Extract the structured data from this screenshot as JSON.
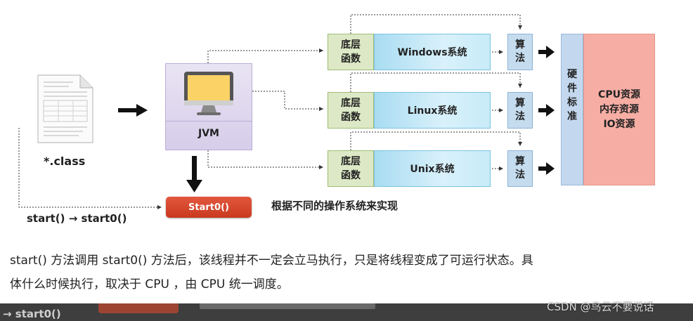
{
  "diagram": {
    "class_file_label": "*.class",
    "jvm_label": "JVM",
    "start0_button": "Start0()",
    "start_flow_label": "start() → start0()",
    "impl_note": "根据不同的操作系统来实现",
    "rows": [
      {
        "layer": [
          "底层",
          "函数"
        ],
        "os": "Windows系统",
        "algo": [
          "算",
          "法"
        ]
      },
      {
        "layer": [
          "底层",
          "函数"
        ],
        "os": "Linux系统",
        "algo": [
          "算",
          "法"
        ]
      },
      {
        "layer": [
          "底层",
          "函数"
        ],
        "os": "Unix系统",
        "algo": [
          "算",
          "法"
        ]
      }
    ],
    "hardware": [
      "硬",
      "件",
      "标",
      "准"
    ],
    "resources": [
      "CPU资源",
      "内存资源",
      "IO资源"
    ],
    "colors": {
      "layer_fill": "#dde9c6",
      "os_fill": "#bfe6f6",
      "algo_fill": "#c5dcef",
      "hardware_fill": "#c3d8ee",
      "resource_fill": "#f6aea4",
      "start0_fill": "#d9472b",
      "jvm_fill": "#ded6ee"
    }
  },
  "caption": {
    "line1": "start() 方法调用 start0() 方法后，该线程并不一定会立马执行，只是将线程变成了可运行状态。具",
    "line2": "体什么时候执行，取决于 CPU ，由 CPU 统一调度。"
  },
  "bottom": {
    "partial_text": "→ start0()",
    "watermark": "CSDN @鸟云不要说话"
  }
}
